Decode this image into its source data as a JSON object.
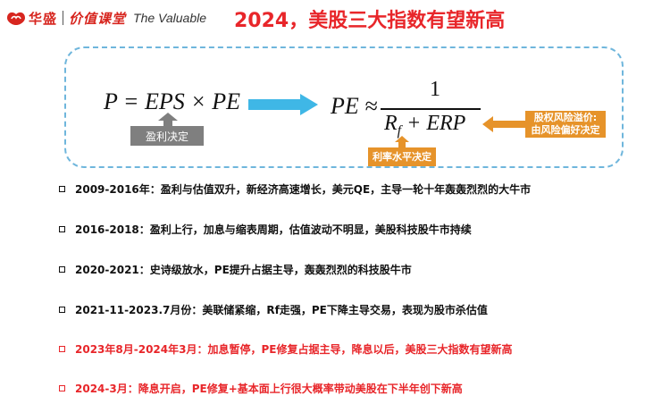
{
  "header": {
    "logo_cn1": "华盛",
    "logo_cn2": "价值课堂",
    "logo_en": "The Valuable",
    "title": "2024，美股三大指数有望新高"
  },
  "formula": {
    "eq1": "P = EPS × PE",
    "eq1_badge": "盈利决定",
    "eq2_lhs": "PE ≈",
    "eq2_numerator": "1",
    "eq2_den_r": "R",
    "eq2_den_sub": "f",
    "eq2_den_rest": " + ERP",
    "rate_badge": "利率水平决定",
    "erp_badge_line1": "股权风险溢价:",
    "erp_badge_line2": "由风险偏好决定"
  },
  "items": [
    {
      "text": "2009-2016年：盈利与估值双升，新经济高速增长，美元QE，主导一轮十年轰轰烈烈的大牛市",
      "color": "#111111"
    },
    {
      "text": "2016-2018：盈利上行，加息与缩表周期，估值波动不明显，美股科技股牛市持续",
      "color": "#111111"
    },
    {
      "text": "2020-2021：史诗级放水，PE提升占据主导，轰轰烈烈的科技股牛市",
      "color": "#111111"
    },
    {
      "text": "2021-11-2023.7月份：美联储紧缩，Rf走强，PE下降主导交易，表现为股市杀估值",
      "color": "#111111"
    },
    {
      "text": "2023年8月-2024年3月：加息暂停，PE修复占据主导，降息以后，美股三大指数有望新高",
      "color": "#e8262a"
    },
    {
      "text": "2024-3月：降息开启，PE修复+基本面上行很大概率带动美股在下半年创下新高",
      "color": "#e8262a"
    }
  ],
  "colors": {
    "accent_red": "#e8262a",
    "box_border": "#6fb6dc",
    "arrow_blue": "#3fb7e6",
    "badge_gray": "#7f7f7f",
    "badge_orange": "#e6932a"
  }
}
